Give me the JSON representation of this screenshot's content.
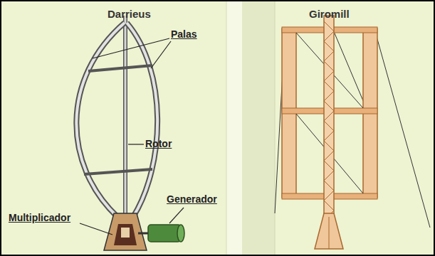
{
  "diagram": {
    "labels": [
      "Darrieus",
      "Giromill",
      "Palas",
      "Rotor",
      "Generador",
      "Multiplicador"
    ]
  }
}
